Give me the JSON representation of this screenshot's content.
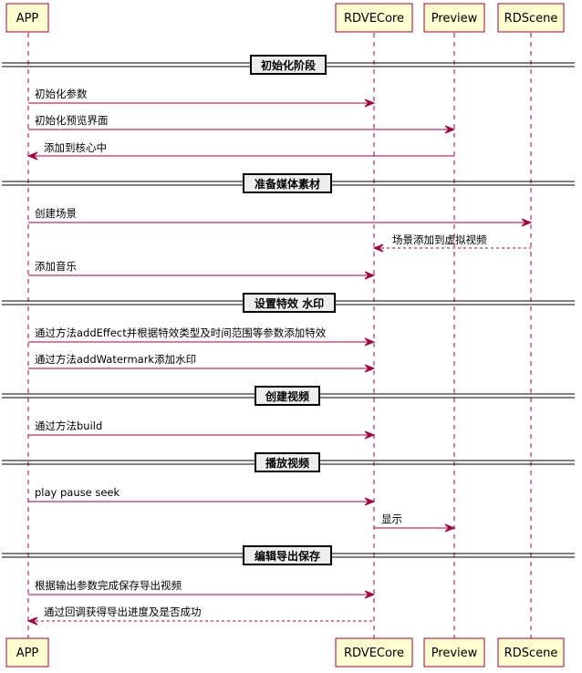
{
  "participants": {
    "app": "APP",
    "core": "RDVECore",
    "preview": "Preview",
    "scene": "RDScene"
  },
  "sections": [
    "初始化阶段",
    "准备媒体素材",
    "设置特效 水印",
    "创建视频",
    "播放视频",
    "编辑导出保存"
  ],
  "messages": [
    "初始化参数",
    "初始化预览界面",
    "添加到核心中",
    "创建场景",
    "场景添加到虚拟视频",
    "添加音乐",
    "通过方法addEffect并根据特效类型及时间范围等参数添加特效",
    "通过方法addWatermark添加水印",
    "通过方法build",
    "play pause seek",
    "显示",
    "根据输出参数完成保存导出视频",
    "通过回调获得导出进度及是否成功"
  ],
  "colors": {
    "line": "#a80036",
    "box_fill": "#fefece",
    "separator_fill": "#eeeeee"
  }
}
